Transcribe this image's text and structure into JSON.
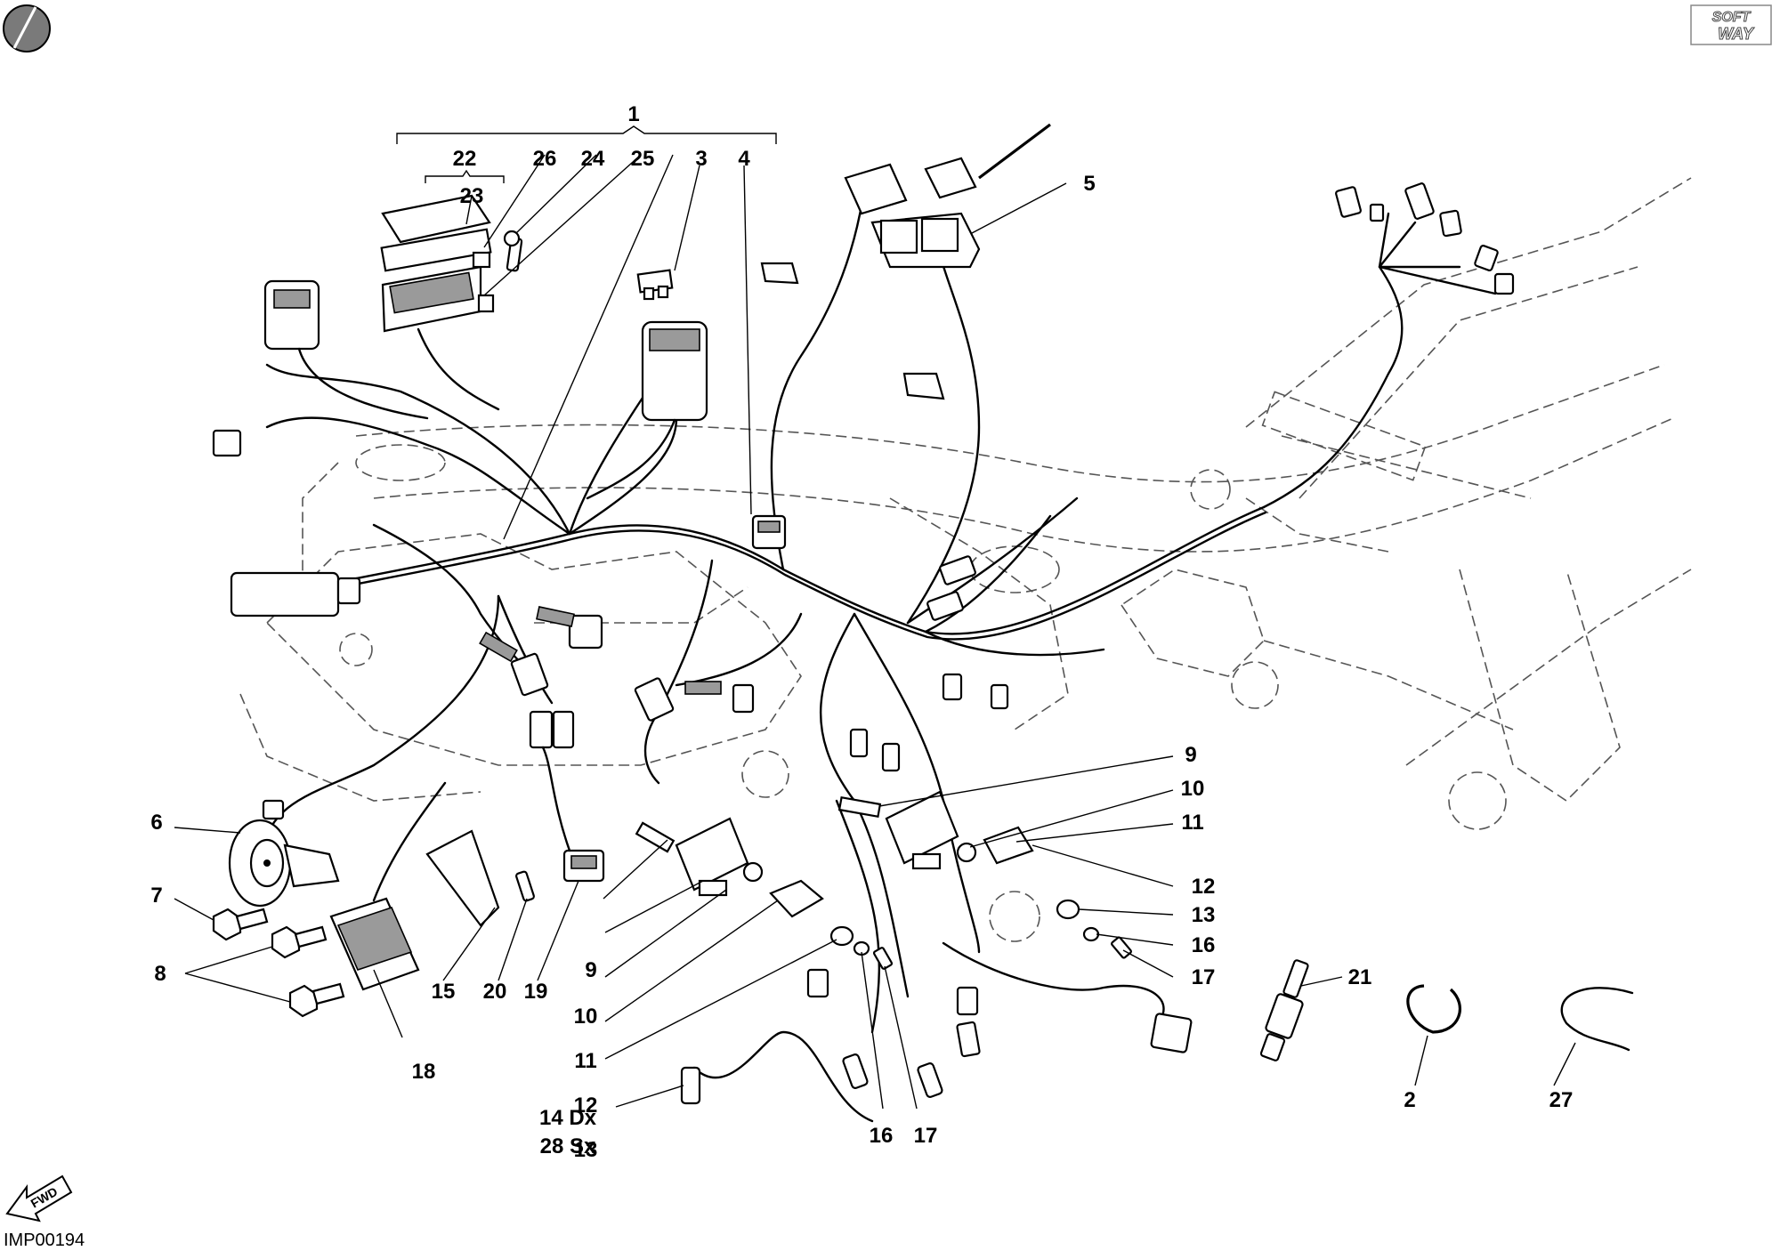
{
  "diagram_code": "IMP00194",
  "brand": {
    "line1": "SOFT",
    "line2": "WAY"
  },
  "fwd_label": "FWD",
  "callouts": {
    "c1": "1",
    "c2": "2",
    "c3": "3",
    "c4": "4",
    "c5": "5",
    "c6": "6",
    "c7": "7",
    "c8": "8",
    "c9a": "9",
    "c9b": "9",
    "c10a": "10",
    "c10b": "10",
    "c11a": "11",
    "c11b": "11",
    "c12a": "12",
    "c12b": "12",
    "c13a": "13",
    "c13b": "13",
    "c14": "14 Dx",
    "c28": "28 Sx",
    "c15": "15",
    "c16a": "16",
    "c16b": "16",
    "c17a": "17",
    "c17b": "17",
    "c18": "18",
    "c19": "19",
    "c20": "20",
    "c21": "21",
    "c22": "22",
    "c23": "23",
    "c24": "24",
    "c25": "25",
    "c26": "26",
    "c27": "27"
  },
  "colors": {
    "ink": "#000000",
    "frame": "#555555",
    "shade": "#9a9a9a"
  }
}
